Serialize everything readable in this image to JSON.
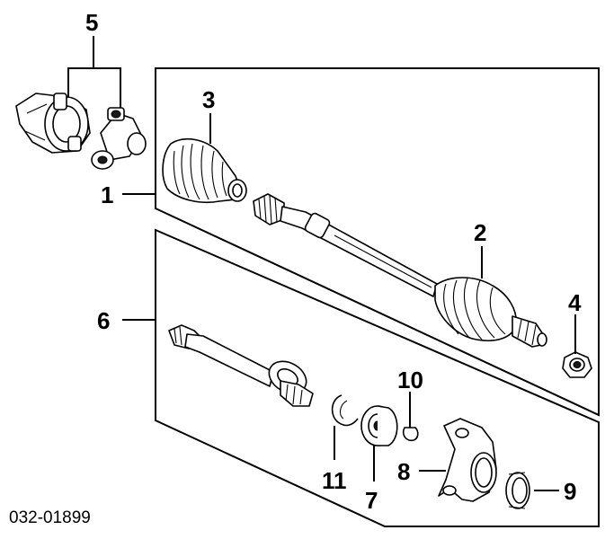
{
  "callouts": {
    "c1": "1",
    "c2": "2",
    "c3": "3",
    "c4": "4",
    "c5": "5",
    "c6": "6",
    "c7": "7",
    "c8": "8",
    "c9": "9",
    "c10": "10",
    "c11": "11"
  },
  "reference_code": "032-01899"
}
